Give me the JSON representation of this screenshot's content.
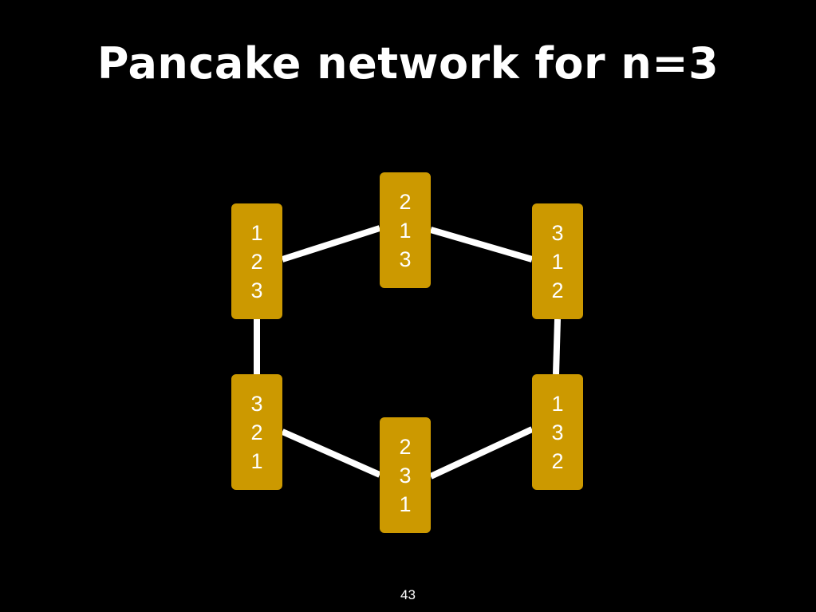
{
  "slide": {
    "title": "Pancake network for n=3",
    "page_number": "43"
  },
  "colors": {
    "background": "#000000",
    "node_fill": "#CC9900",
    "edge": "#FFFFFF",
    "text": "#FFFFFF"
  },
  "nodes": [
    {
      "id": "123",
      "digits": [
        "1",
        "2",
        "3"
      ]
    },
    {
      "id": "213",
      "digits": [
        "2",
        "1",
        "3"
      ]
    },
    {
      "id": "312",
      "digits": [
        "3",
        "1",
        "2"
      ]
    },
    {
      "id": "321",
      "digits": [
        "3",
        "2",
        "1"
      ]
    },
    {
      "id": "231",
      "digits": [
        "2",
        "3",
        "1"
      ]
    },
    {
      "id": "132",
      "digits": [
        "1",
        "3",
        "2"
      ]
    }
  ],
  "edges": [
    {
      "from": "123",
      "to": "213"
    },
    {
      "from": "213",
      "to": "312"
    },
    {
      "from": "312",
      "to": "132"
    },
    {
      "from": "132",
      "to": "231"
    },
    {
      "from": "231",
      "to": "321"
    },
    {
      "from": "321",
      "to": "123"
    }
  ]
}
